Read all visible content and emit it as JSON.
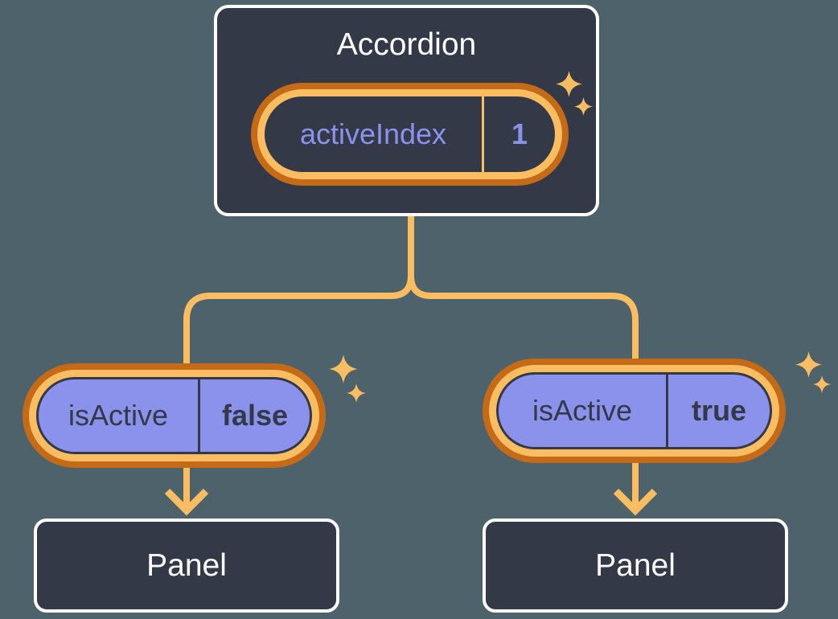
{
  "diagram": {
    "root_component": {
      "title": "Accordion",
      "state": {
        "name": "activeIndex",
        "value": "1"
      }
    },
    "children": [
      {
        "prop": {
          "name": "isActive",
          "value": "false"
        },
        "child_component": {
          "title": "Panel"
        }
      },
      {
        "prop": {
          "name": "isActive",
          "value": "true"
        },
        "child_component": {
          "title": "Panel"
        }
      }
    ]
  },
  "icons": {
    "sparkle": "sparkle-icon",
    "arrow": "arrow-down-icon"
  },
  "colors": {
    "background": "#4D626B",
    "surface": "#333947",
    "surface_border": "#FFFFFF",
    "accent_light": "#FABD62",
    "accent_dark": "#C56A16",
    "prop_fill": "#8B92EC",
    "text_light": "#FFFFFF",
    "text_dark": "#333947"
  }
}
